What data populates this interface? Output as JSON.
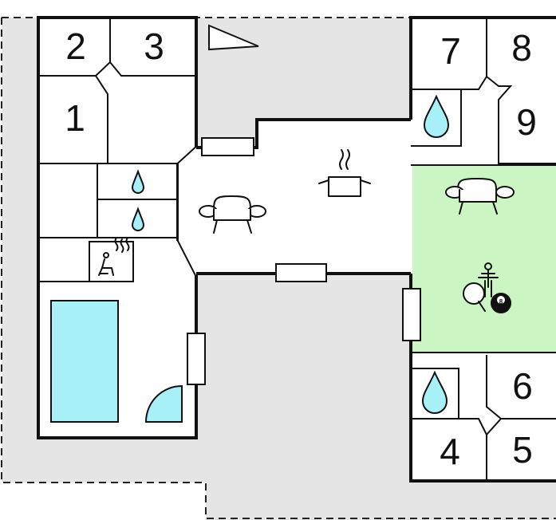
{
  "floorplan": {
    "rooms": [
      {
        "id": "room-1",
        "label": "1"
      },
      {
        "id": "room-2",
        "label": "2"
      },
      {
        "id": "room-3",
        "label": "3"
      },
      {
        "id": "room-4",
        "label": "4"
      },
      {
        "id": "room-5",
        "label": "5"
      },
      {
        "id": "room-6",
        "label": "6"
      },
      {
        "id": "room-7",
        "label": "7"
      },
      {
        "id": "room-8",
        "label": "8"
      },
      {
        "id": "room-9",
        "label": "9"
      }
    ],
    "ball_number": "8",
    "icons": [
      "north-arrow-icon",
      "sofa-icon",
      "cooking-pot-icon",
      "water-drop-icon",
      "sauna-icon",
      "table-tennis-icon",
      "table-football-icon",
      "billiard-ball-icon",
      "pool-icon"
    ],
    "colors": {
      "outdoor": "#e5e5e5",
      "pool": "#a8f0f8",
      "games_room": "#ccf5c4",
      "wall": "#111111"
    }
  }
}
